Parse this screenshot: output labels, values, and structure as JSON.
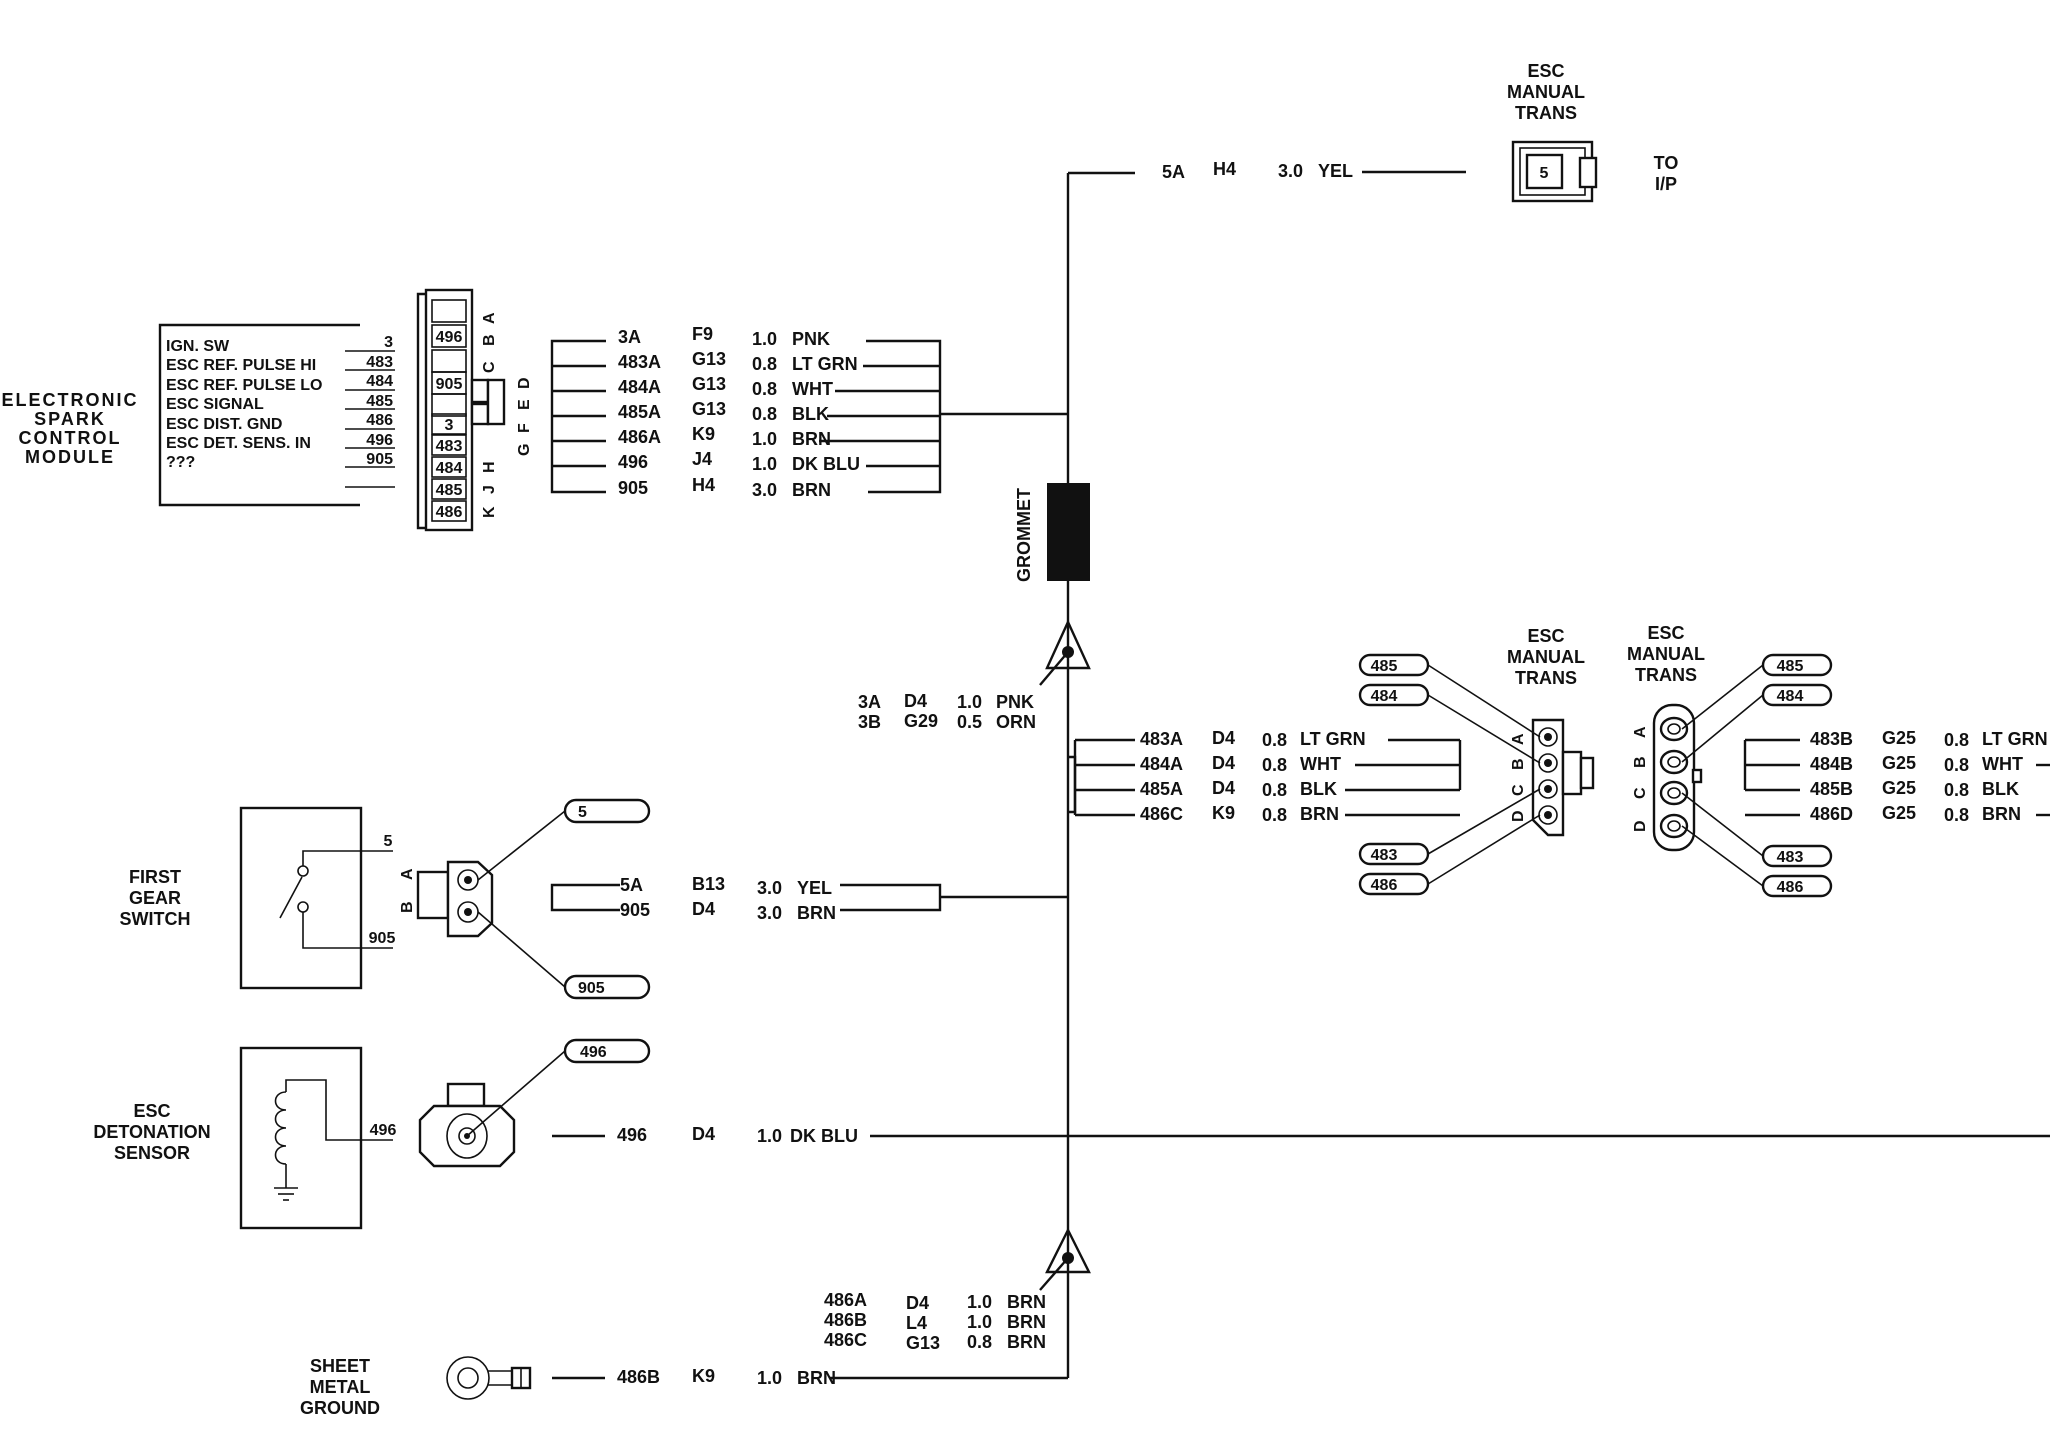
{
  "esc_manual_trans_top": {
    "label": [
      "ESC",
      "MANUAL",
      "TRANS"
    ],
    "pin": "5",
    "to": [
      "TO",
      "I/P"
    ]
  },
  "wire_5a_top": {
    "circuit": "5A",
    "loc": "H4",
    "gauge": "3.0",
    "color": "YEL"
  },
  "module": {
    "title": [
      "ELECTRONIC",
      "SPARK",
      "CONTROL",
      "MODULE"
    ],
    "rows": [
      {
        "label": "IGN. SW",
        "pin": "3"
      },
      {
        "label": "ESC REF. PULSE HI",
        "pin": "483"
      },
      {
        "label": "ESC REF. PULSE LO",
        "pin": "484"
      },
      {
        "label": "ESC SIGNAL",
        "pin": "485"
      },
      {
        "label": "ESC DIST. GND",
        "pin": "486"
      },
      {
        "label": "ESC DET. SENS. IN",
        "pin": "496"
      },
      {
        "label": "???",
        "pin": "905"
      }
    ],
    "connector_cells": [
      "",
      "496",
      "",
      "905",
      "",
      "3",
      "483",
      "484",
      "485",
      "486"
    ],
    "letters_top": [
      "C",
      "B",
      "A"
    ],
    "letters_mid": [
      "G",
      "F",
      "E",
      "D"
    ],
    "letters_bot": [
      "K",
      "J",
      "H"
    ]
  },
  "module_wires": [
    {
      "circuit": "3A",
      "loc": "F9",
      "gauge": "1.0",
      "color": "PNK"
    },
    {
      "circuit": "483A",
      "loc": "G13",
      "gauge": "0.8",
      "color": "LT GRN"
    },
    {
      "circuit": "484A",
      "loc": "G13",
      "gauge": "0.8",
      "color": "WHT"
    },
    {
      "circuit": "485A",
      "loc": "G13",
      "gauge": "0.8",
      "color": "BLK"
    },
    {
      "circuit": "486A",
      "loc": "K9",
      "gauge": "1.0",
      "color": "BRN"
    },
    {
      "circuit": "496",
      "loc": "J4",
      "gauge": "1.0",
      "color": "DK BLU"
    },
    {
      "circuit": "905",
      "loc": "H4",
      "gauge": "3.0",
      "color": "BRN"
    }
  ],
  "grommet": "GROMMET",
  "splice_upper": [
    {
      "circuit": "3A",
      "loc": "D4",
      "gauge": "1.0",
      "color": "PNK"
    },
    {
      "circuit": "3B",
      "loc": "G29",
      "gauge": "0.5",
      "color": "ORN"
    }
  ],
  "trans_wires_left": [
    {
      "circuit": "483A",
      "loc": "D4",
      "gauge": "0.8",
      "color": "LT  GRN"
    },
    {
      "circuit": "484A",
      "loc": "D4",
      "gauge": "0.8",
      "color": "WHT"
    },
    {
      "circuit": "485A",
      "loc": "D4",
      "gauge": "0.8",
      "color": "BLK"
    },
    {
      "circuit": "486C",
      "loc": "K9",
      "gauge": "0.8",
      "color": "BRN"
    }
  ],
  "trans_conn_left": {
    "label": [
      "ESC",
      "MANUAL",
      "TRANS"
    ],
    "letters": [
      "A",
      "B",
      "C",
      "D"
    ],
    "callouts": [
      "485",
      "484",
      "483",
      "486"
    ]
  },
  "trans_conn_right": {
    "label": [
      "ESC",
      "MANUAL",
      "TRANS"
    ],
    "letters": [
      "A",
      "B",
      "C",
      "D"
    ],
    "callouts": [
      "485",
      "484",
      "483",
      "486"
    ]
  },
  "trans_wires_right": [
    {
      "circuit": "483B",
      "loc": "G25",
      "gauge": "0.8",
      "color": "LT GRN"
    },
    {
      "circuit": "484B",
      "loc": "G25",
      "gauge": "0.8",
      "color": "WHT"
    },
    {
      "circuit": "485B",
      "loc": "G25",
      "gauge": "0.8",
      "color": "BLK"
    },
    {
      "circuit": "486D",
      "loc": "G25",
      "gauge": "0.8",
      "color": "BRN"
    }
  ],
  "first_gear_switch": {
    "label": [
      "FIRST",
      "GEAR",
      "SWITCH"
    ],
    "pin_top": "5",
    "pin_bottom": "905",
    "letters": [
      "A",
      "B"
    ],
    "callout_top": "5",
    "callout_bottom": "905"
  },
  "switch_wires": [
    {
      "circuit": "5A",
      "loc": "B13",
      "gauge": "3.0",
      "color": "YEL"
    },
    {
      "circuit": "905",
      "loc": "D4",
      "gauge": "3.0",
      "color": "BRN"
    }
  ],
  "detonation_sensor": {
    "label": [
      "ESC",
      "DETONATION",
      "SENSOR"
    ],
    "pin": "496",
    "callout": "496"
  },
  "sensor_wire": {
    "circuit": "496",
    "loc": "D4",
    "gauge": "1.0",
    "color": "DK BLU"
  },
  "splice_lower": [
    {
      "circuit": "486A",
      "loc": "D4",
      "gauge": "1.0",
      "color": "BRN"
    },
    {
      "circuit": "486B",
      "loc": "L4",
      "gauge": "1.0",
      "color": "BRN"
    },
    {
      "circuit": "486C",
      "loc": "G13",
      "gauge": "0.8",
      "color": "BRN"
    }
  ],
  "ground": {
    "label": [
      "SHEET",
      "METAL",
      "GROUND"
    ]
  },
  "ground_wire": {
    "circuit": "486B",
    "loc": "K9",
    "gauge": "1.0",
    "color": "BRN"
  }
}
